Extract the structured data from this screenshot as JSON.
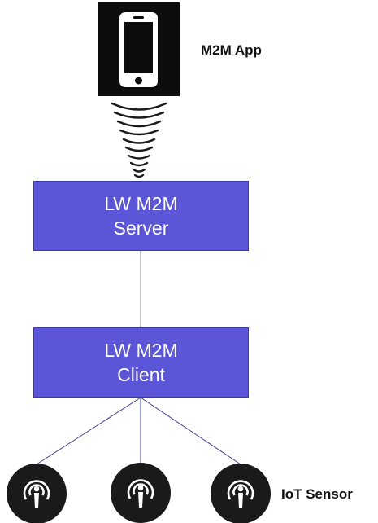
{
  "app": {
    "label": "M2M App",
    "icon": "smartphone-icon"
  },
  "server": {
    "line1": "LW M2M",
    "line2": "Server"
  },
  "client": {
    "line1": "LW M2M",
    "line2": "Client"
  },
  "sensors": {
    "label": "IoT Sensor",
    "count": 3,
    "icon": "podcast-sensor-icon"
  },
  "colors": {
    "box_fill": "#5b55d8",
    "box_text": "#ffffff",
    "tile": "#0d0d0d",
    "link_line": "#3b3f8c"
  }
}
